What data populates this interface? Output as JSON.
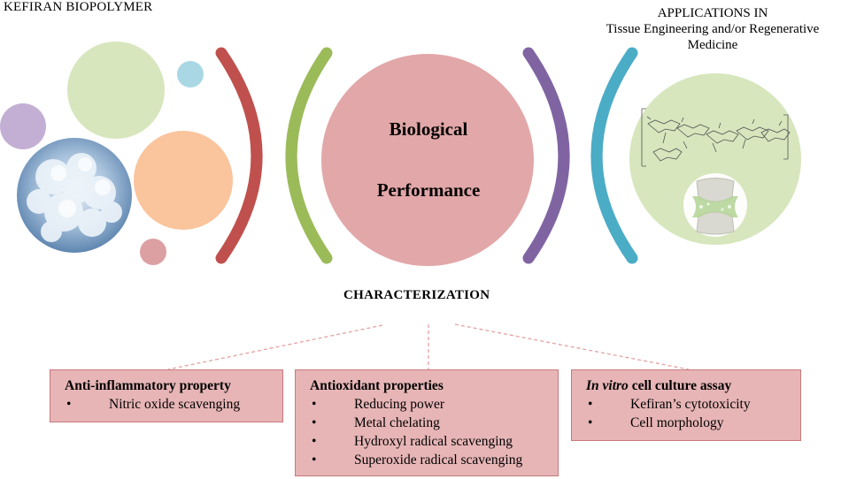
{
  "titles": {
    "left": "KEFIRAN BIOPOLYMER",
    "right_line1": "APPLICATIONS IN",
    "right_line2": "Tissue Engineering and/or Regenerative",
    "right_line3": "Medicine"
  },
  "center": {
    "line1": "Biological",
    "line2": "Performance"
  },
  "characterization": "CHARACTERIZATION",
  "boxes": {
    "anti_inflammatory": {
      "title": "Anti-inflammatory property",
      "items": [
        "Nitric oxide scavenging"
      ]
    },
    "antioxidant": {
      "title": "Antioxidant properties",
      "items": [
        "Reducing power",
        "Metal chelating",
        "Hydroxyl radical scavenging",
        "Superoxide radical scavenging"
      ]
    },
    "cell_culture": {
      "title_italic": "In vitro",
      "title_rest": " cell culture assay",
      "items": [
        "Kefiran’s cytotoxicity",
        "Cell morphology"
      ]
    }
  },
  "colors": {
    "green_circle": "#d7e6bd",
    "blue_small": "#a9d8e4",
    "purple_small": "#c3afd4",
    "orange_circle": "#fac49d",
    "pink_small": "#dca0a2",
    "center_circle": "#e2a7a8",
    "arc_red": "#c0504d",
    "arc_green": "#9bbb59",
    "arc_purple": "#8064a2",
    "arc_teal": "#4bacc6",
    "box_fill": "#e7b5b6",
    "box_border": "#c8797c"
  },
  "icons": [
    "kefiran-powder-image",
    "polysaccharide-structure-icon",
    "joint-cartilage-icon"
  ]
}
